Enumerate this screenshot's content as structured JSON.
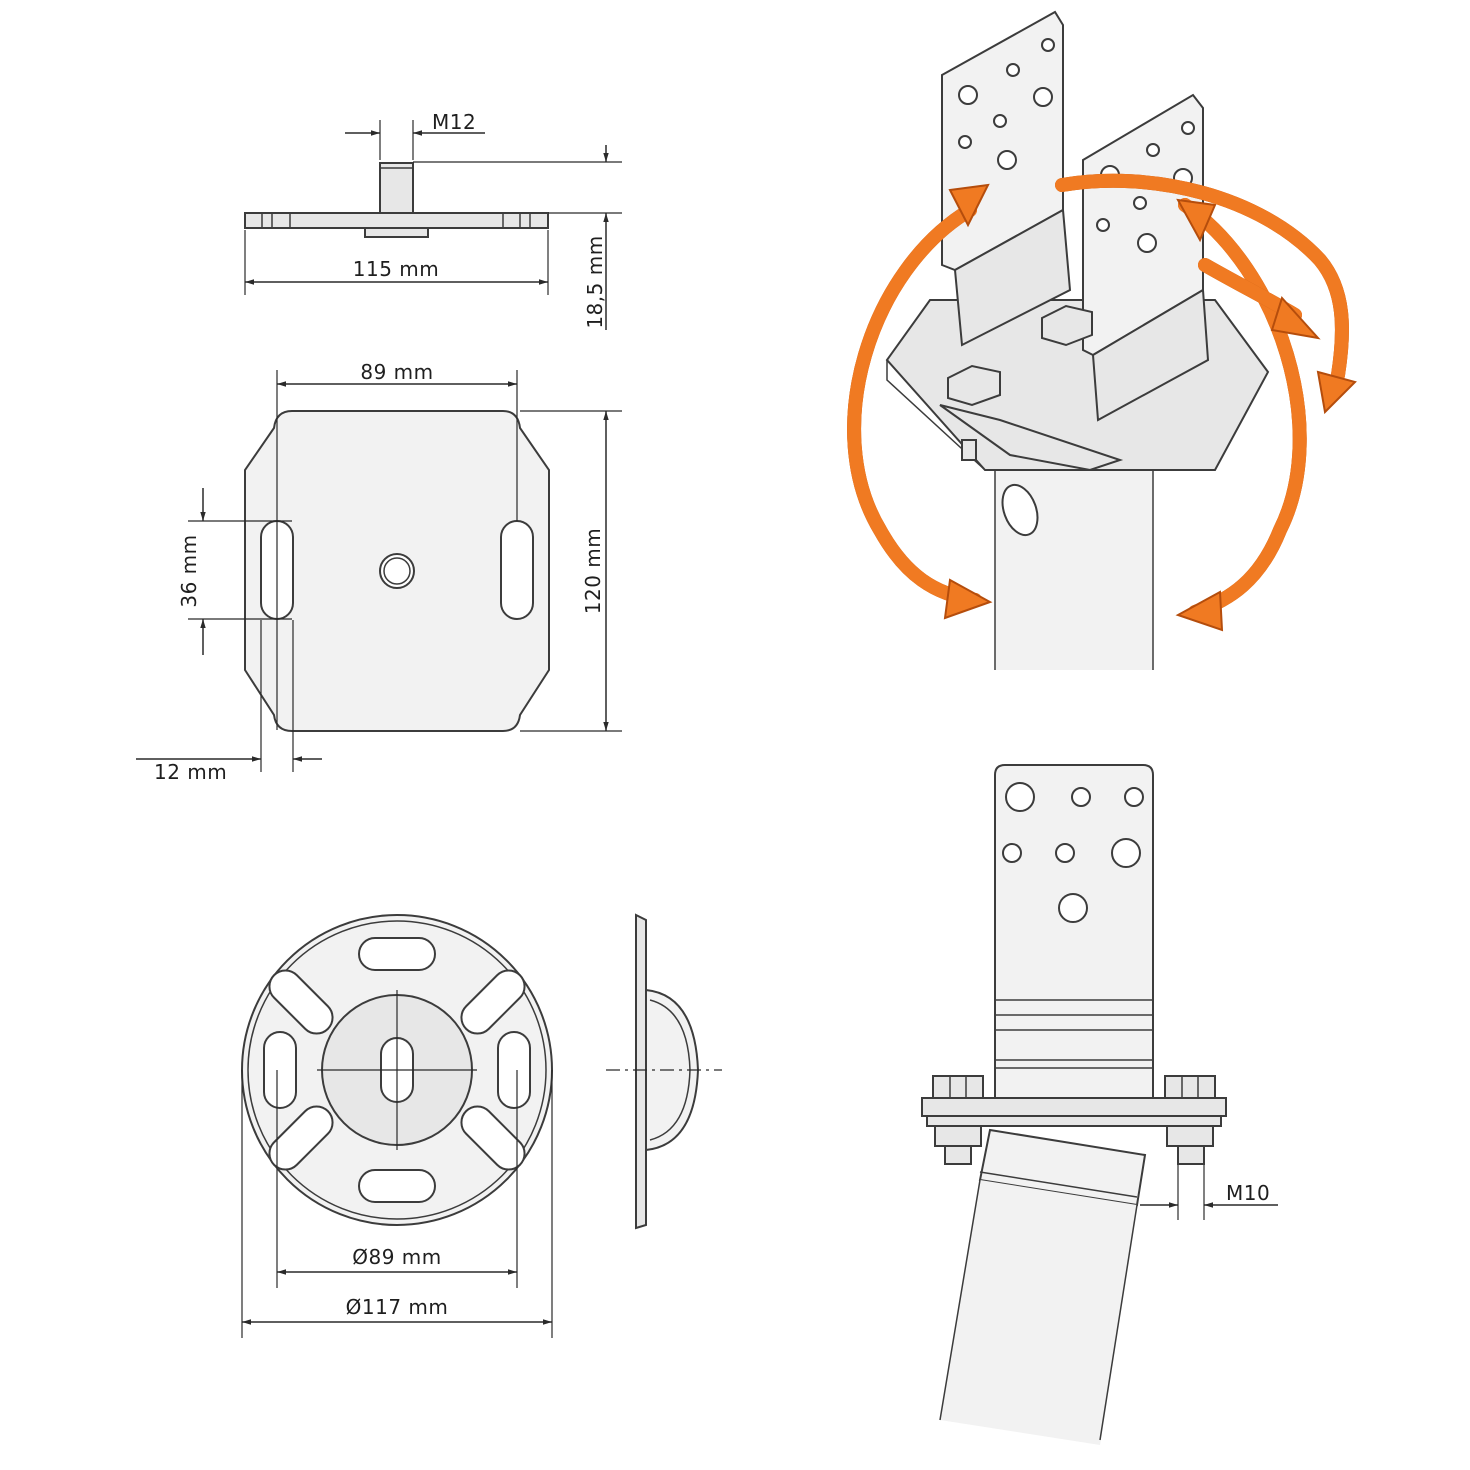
{
  "colors": {
    "rotation_arrow": "#f07a22",
    "rotation_arrow_outline": "#b54d0c",
    "part_fill": "#e7e7e7",
    "line": "#3c3c3c"
  },
  "labels": {
    "thread_top": "M12",
    "width_side": "115 mm",
    "height_side": "18,5 mm",
    "slot_spacing": "89 mm",
    "plate_length": "120 mm",
    "slot_length": "36 mm",
    "slot_width": "12 mm",
    "inner_diameter": "Ø89 mm",
    "outer_diameter": "Ø117 mm",
    "thread_bottom": "M10"
  },
  "icons": {
    "rotation": "rotation-arrows-icon",
    "diameter": "diameter-symbol-icon"
  }
}
